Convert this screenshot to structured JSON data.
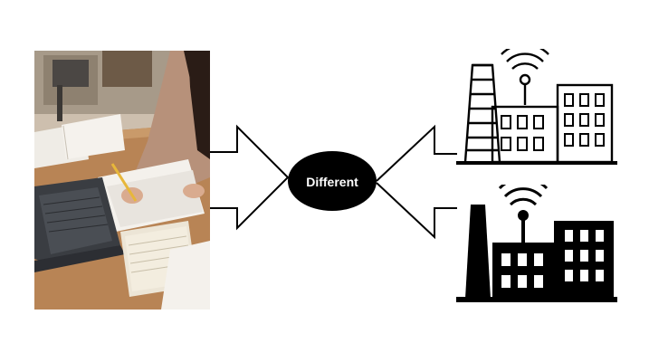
{
  "diagram": {
    "center_label": "Different",
    "colors": {
      "ellipse_fill": "#000000",
      "arrow_stroke": "#000000",
      "desk_wood": "#b88455",
      "laptop": "#3a3d42",
      "paper": "#f1eee8"
    },
    "nodes": [
      {
        "id": "student-photo",
        "kind": "photo"
      },
      {
        "id": "center-ellipse",
        "kind": "ellipse"
      },
      {
        "id": "outline-factory",
        "kind": "icon",
        "icon": "factory-outline-icon"
      },
      {
        "id": "solid-factory",
        "kind": "icon",
        "icon": "factory-solid-icon"
      }
    ]
  }
}
